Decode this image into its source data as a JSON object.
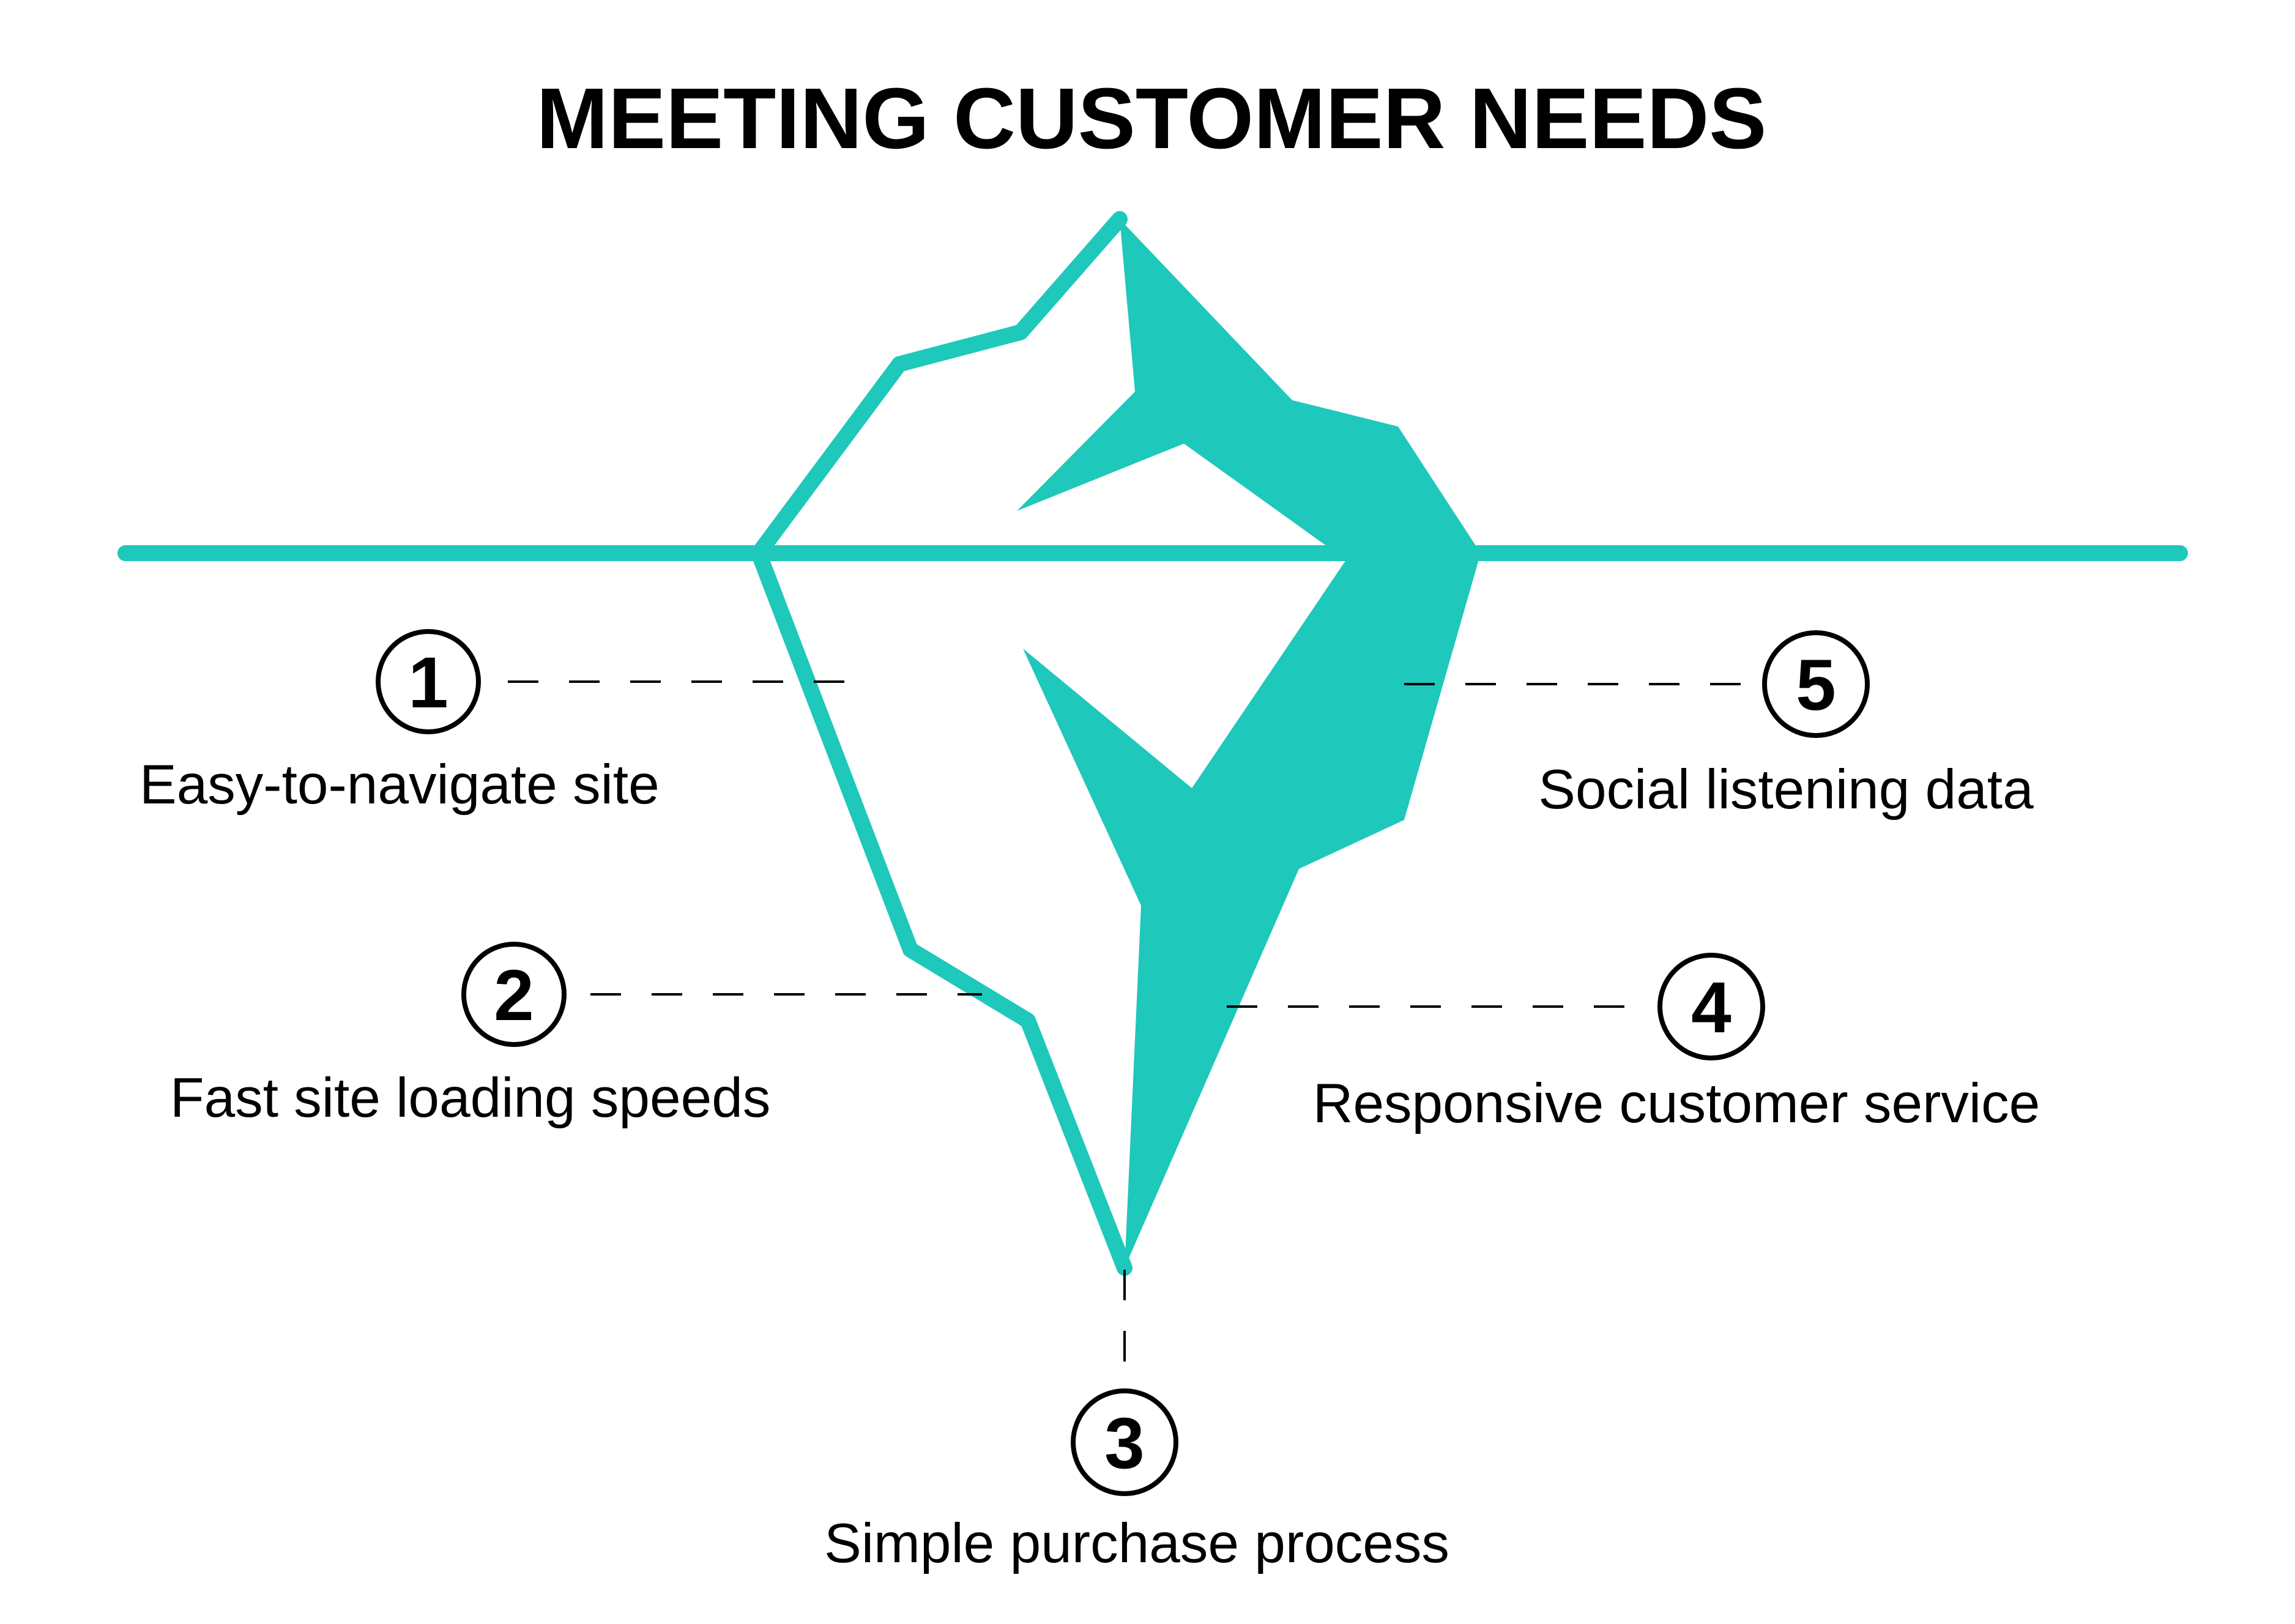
{
  "title": "MEETING CUSTOMER NEEDS",
  "colors": {
    "accent": "#1ec8bb",
    "text": "#000000",
    "background": "#ffffff"
  },
  "items": [
    {
      "number": "1",
      "label": "Easy-to-navigate site"
    },
    {
      "number": "2",
      "label": "Fast site loading speeds"
    },
    {
      "number": "3",
      "label": "Simple purchase process"
    },
    {
      "number": "4",
      "label": "Responsive customer service"
    },
    {
      "number": "5",
      "label": "Social listening data"
    }
  ]
}
